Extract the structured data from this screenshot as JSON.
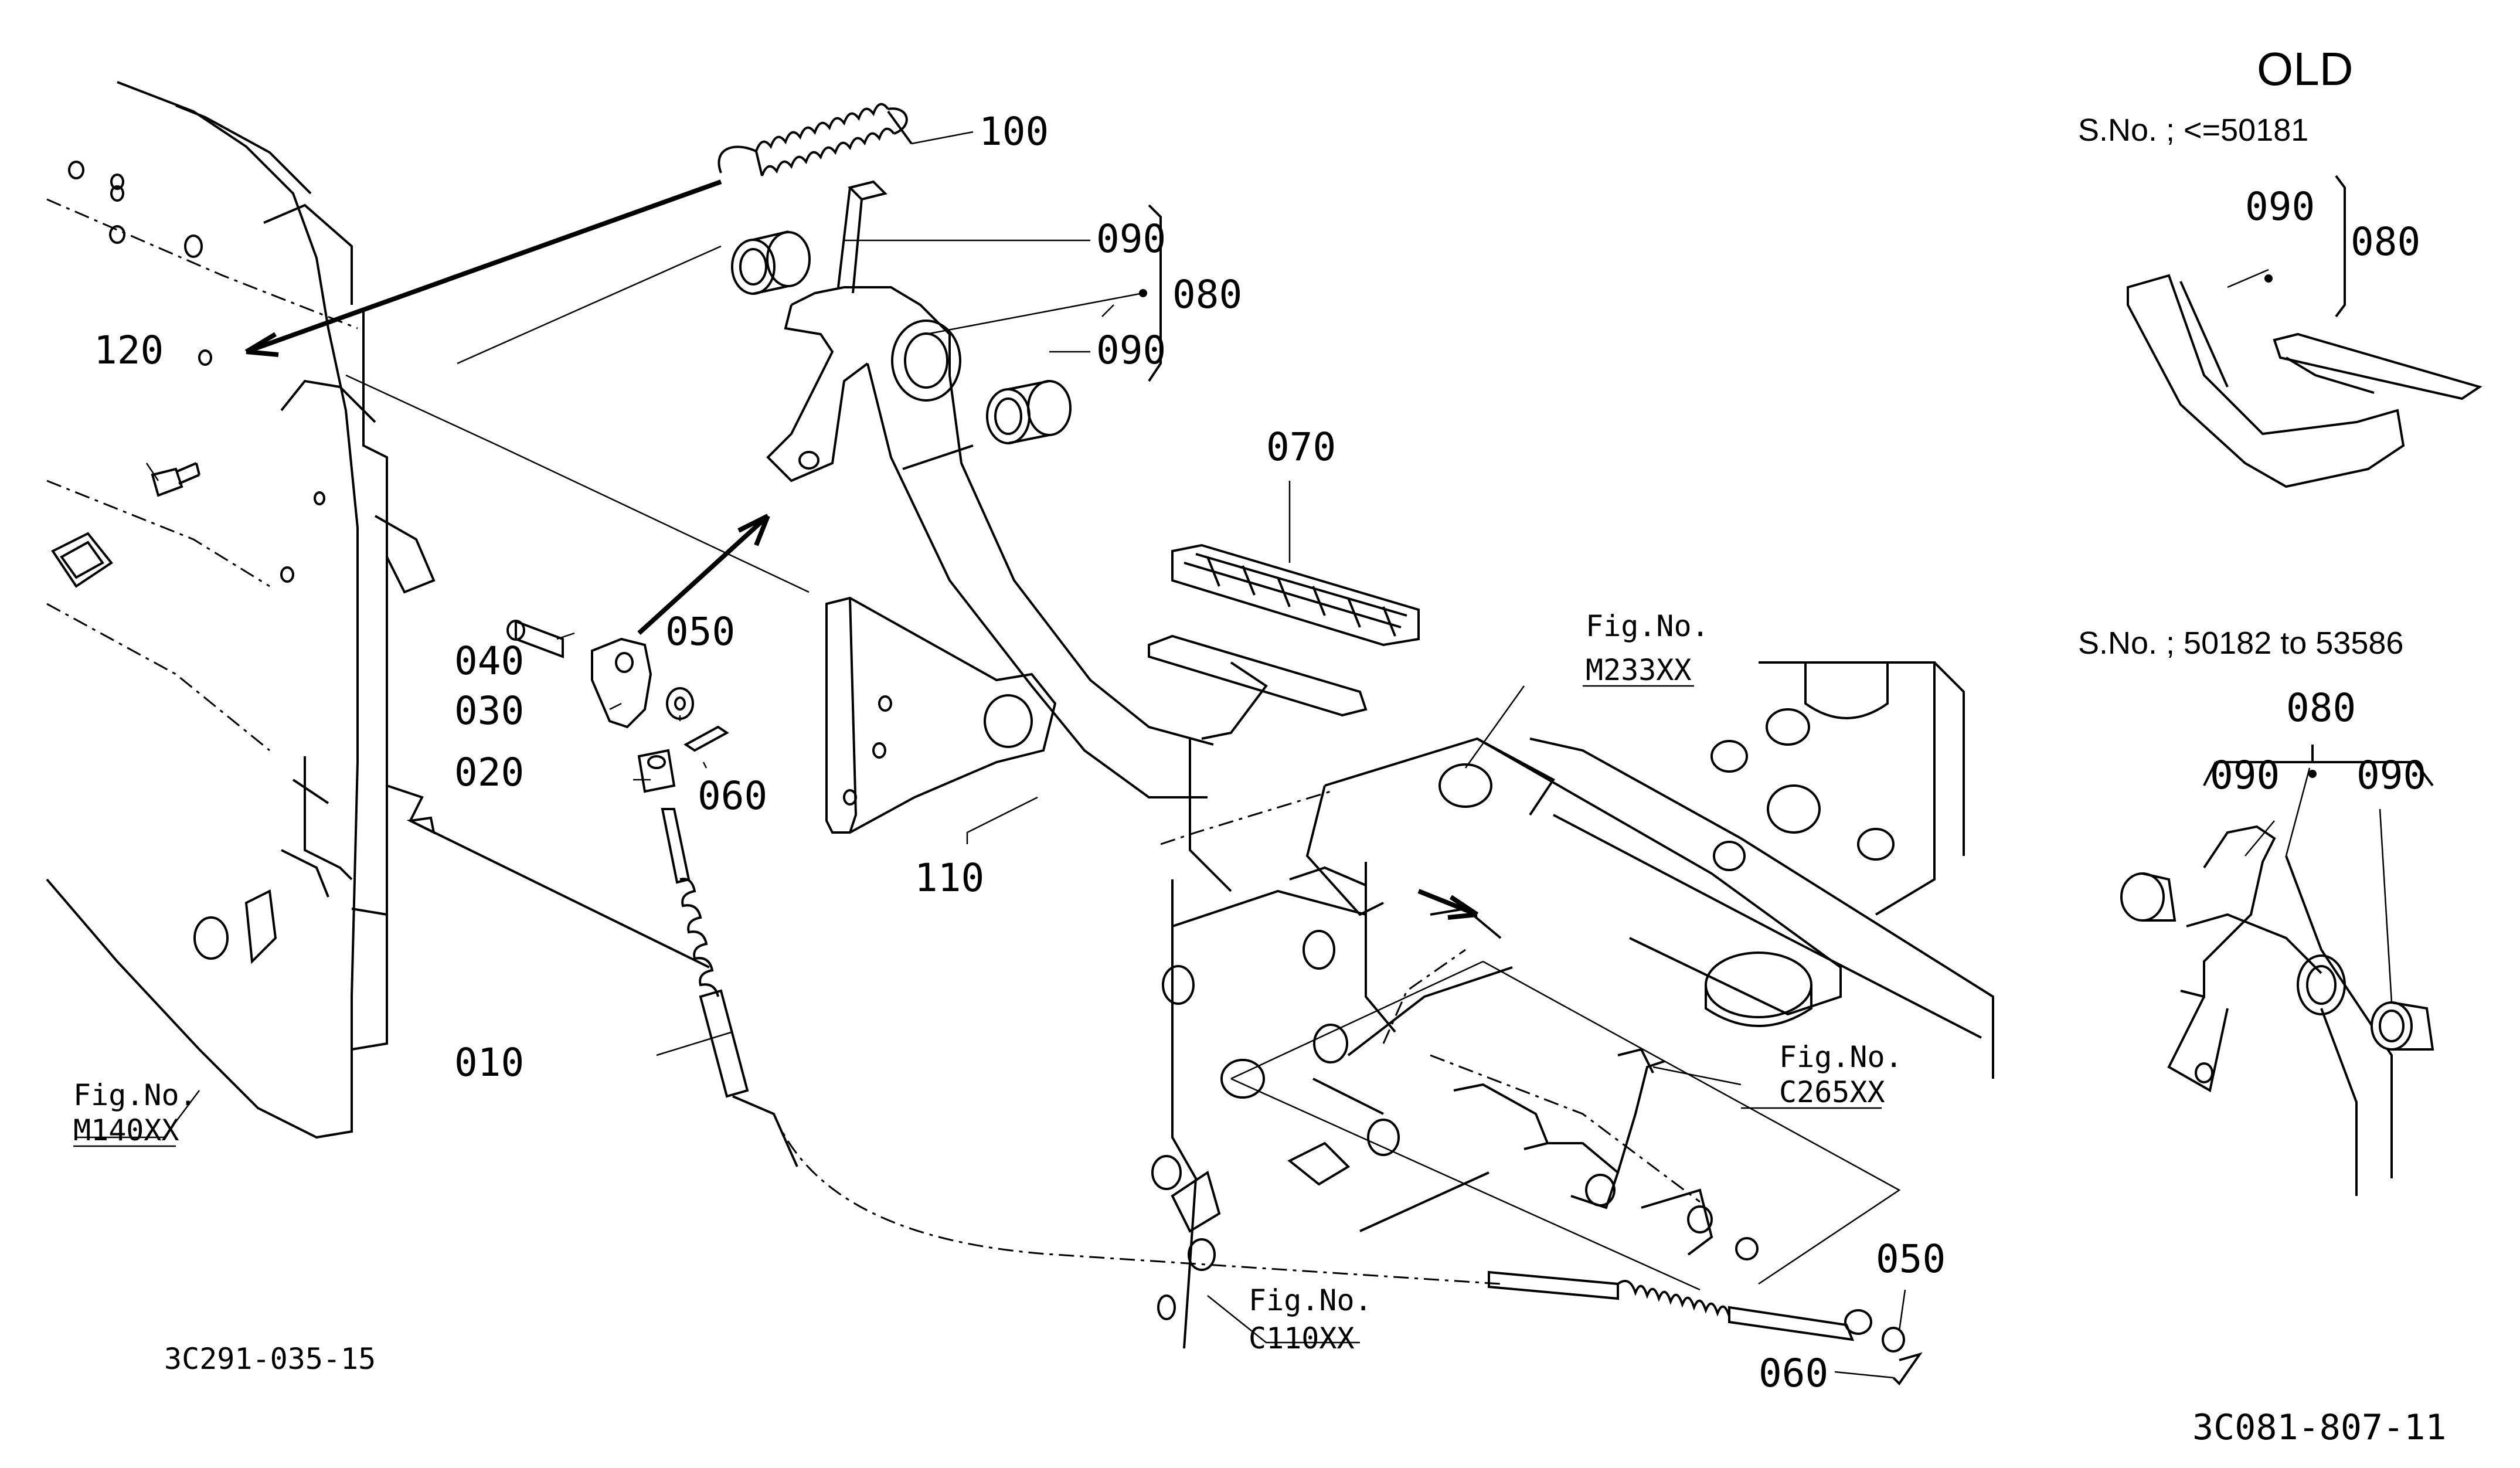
{
  "parts": {
    "p010": "010",
    "p020": "020",
    "p030": "030",
    "p040": "040",
    "p050_top": "050",
    "p060_top": "060",
    "p070": "070",
    "p080": "080",
    "p090_top": "090",
    "p090_bottom": "090",
    "p100": "100",
    "p110": "110",
    "p120": "120",
    "p050_bottom": "050",
    "p060_bottom": "060"
  },
  "references": {
    "m140": {
      "line1": "Fig.No.",
      "line2": "M140XX"
    },
    "m233": {
      "line1": "Fig.No.",
      "line2": "M233XX"
    },
    "c265": {
      "line1": "Fig.No.",
      "line2": "C265XX"
    },
    "c110": {
      "line1": "Fig.No.",
      "line2": "C110XX"
    }
  },
  "inset_old": {
    "title": "OLD",
    "serial": "S.No. ; <=50181",
    "label_090": "090",
    "label_080": "080"
  },
  "inset_mid": {
    "serial": "S.No. ; 50182 to 53586",
    "label_080": "080",
    "label_090_left": "090",
    "label_090_right": "090"
  },
  "codes": {
    "left": "3C291-035-15",
    "right": "3C081-807-11"
  }
}
